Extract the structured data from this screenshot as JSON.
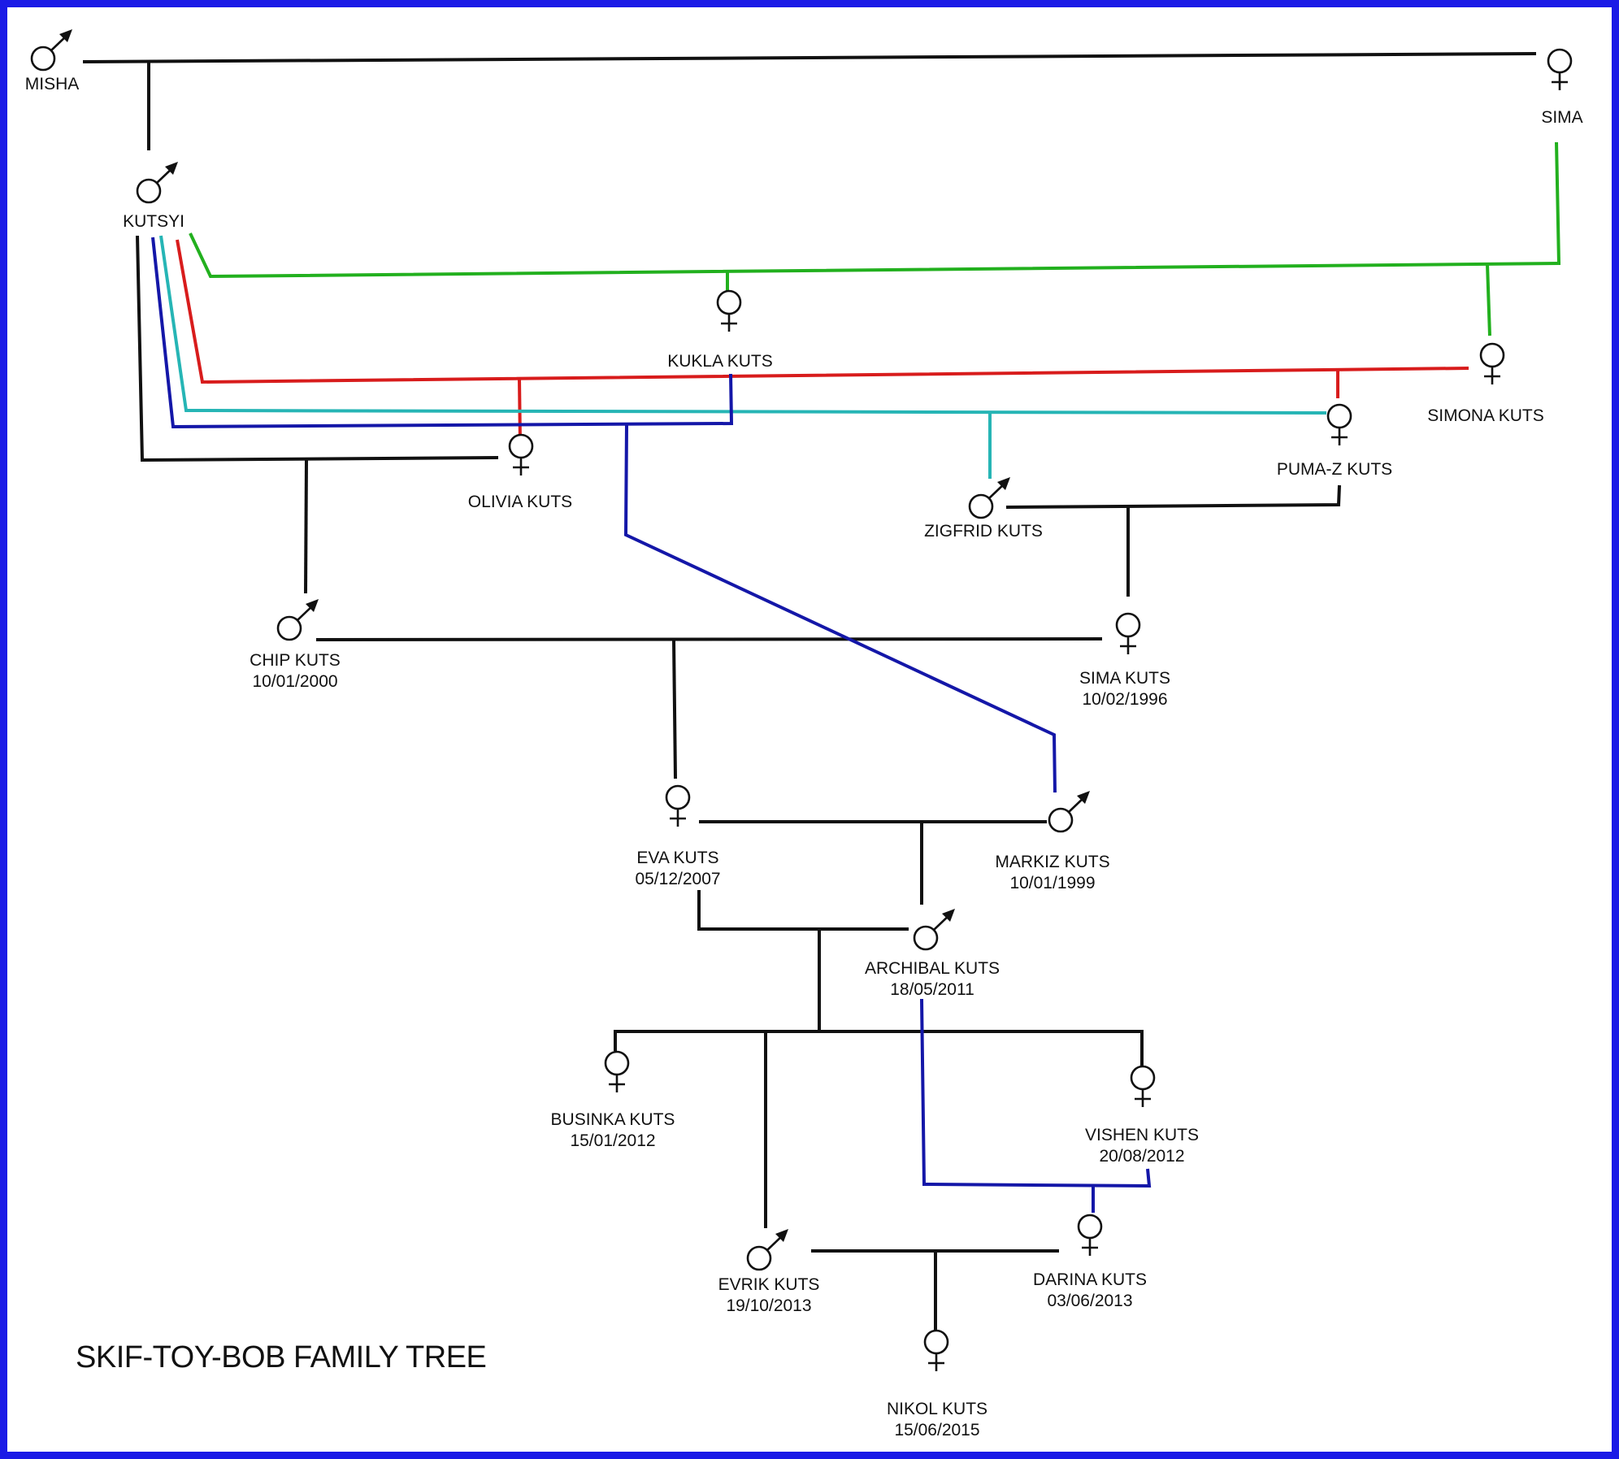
{
  "title": "SKIF-TOY-BOB FAMILY TREE",
  "colors": {
    "border": "#1a1ae6",
    "black": "#111111",
    "green": "#22b01e",
    "red": "#d81c1c",
    "cyan": "#26b5b5",
    "blue": "#1417a8"
  },
  "people": {
    "misha": {
      "name": "MISHA",
      "sex": "male",
      "date": ""
    },
    "sima": {
      "name": "SIMA",
      "sex": "female",
      "date": ""
    },
    "kutsyi": {
      "name": "KUTSYI",
      "sex": "male",
      "date": ""
    },
    "kukla": {
      "name": "KUKLA KUTS",
      "sex": "female",
      "date": ""
    },
    "simona": {
      "name": "SIMONA KUTS",
      "sex": "female",
      "date": ""
    },
    "olivia": {
      "name": "OLIVIA KUTS",
      "sex": "female",
      "date": ""
    },
    "pumaz": {
      "name": "PUMA-Z KUTS",
      "sex": "female",
      "date": ""
    },
    "zigfrid": {
      "name": "ZIGFRID KUTS",
      "sex": "male",
      "date": ""
    },
    "chip": {
      "name": "CHIP KUTS",
      "sex": "male",
      "date": "10/01/2000"
    },
    "simak": {
      "name": "SIMA KUTS",
      "sex": "female",
      "date": "10/02/1996"
    },
    "eva": {
      "name": "EVA KUTS",
      "sex": "female",
      "date": "05/12/2007"
    },
    "markiz": {
      "name": "MARKIZ KUTS",
      "sex": "male",
      "date": "10/01/1999"
    },
    "archibal": {
      "name": "ARCHIBAL KUTS",
      "sex": "male",
      "date": "18/05/2011"
    },
    "businka": {
      "name": "BUSINKA KUTS",
      "sex": "female",
      "date": "15/01/2012"
    },
    "vishen": {
      "name": "VISHEN KUTS",
      "sex": "female",
      "date": "20/08/2012"
    },
    "evrik": {
      "name": "EVRIK KUTS",
      "sex": "male",
      "date": "19/10/2013"
    },
    "darina": {
      "name": "DARINA KUTS",
      "sex": "female",
      "date": "03/06/2013"
    },
    "nikol": {
      "name": "NIKOL KUTS",
      "sex": "female",
      "date": "15/06/2015"
    }
  }
}
